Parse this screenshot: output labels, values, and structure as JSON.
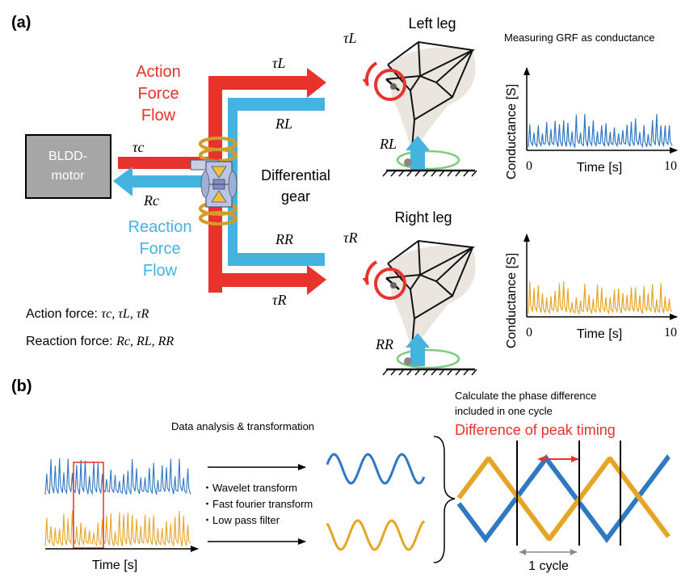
{
  "panel_a": {
    "label": "(a)",
    "motor_line1": "BLDD-",
    "motor_line2": "motor",
    "action_line1": "Action",
    "action_line2": "Force",
    "action_line3": "Flow",
    "reaction_line1": "Reaction",
    "reaction_line2": "Force",
    "reaction_line3": "Flow",
    "gear_line1": "Differential",
    "gear_line2": "gear",
    "tau_c": "τc",
    "R_c": "Rc",
    "tau_L": "τL",
    "R_L": "RL",
    "tau_R": "τR",
    "R_R": "RR",
    "action_force_prefix": "Action force: ",
    "action_force_terms": "τc, τL, τR",
    "reaction_force_prefix": "Reaction force: ",
    "reaction_force_terms": "Rc, RL, RR",
    "left_leg": "Left leg",
    "right_leg": "Right leg",
    "measuring_title": "Measuring GRF as conductance",
    "left_plot": {
      "ylabel": "Conductance [S]",
      "xlabel": "Time [s]",
      "x_start": "0",
      "x_end": "10"
    },
    "right_plot": {
      "ylabel": "Conductance [S]",
      "xlabel": "Time [s]",
      "x_start": "0",
      "x_end": "10"
    }
  },
  "panel_b": {
    "label": "(b)",
    "analysis_title": "Data analysis & transformation",
    "methods": [
      "・Wavelet transform",
      "・Fast fourier transform",
      "・Low pass filter"
    ],
    "time_label": "Time [s]",
    "calc_line1": "Calculate the phase difference",
    "calc_line2": "included in one cycle",
    "peak_timing": "Difference of peak timing",
    "cycle_label": "1 cycle"
  },
  "colors": {
    "action_red": "#e8322c",
    "reaction_blue": "#45b3e0",
    "left_signal": "#2f78c2",
    "right_signal": "#e6a526",
    "motor_gray": "#a6a6a6",
    "highlight_red": "#e8322c"
  }
}
